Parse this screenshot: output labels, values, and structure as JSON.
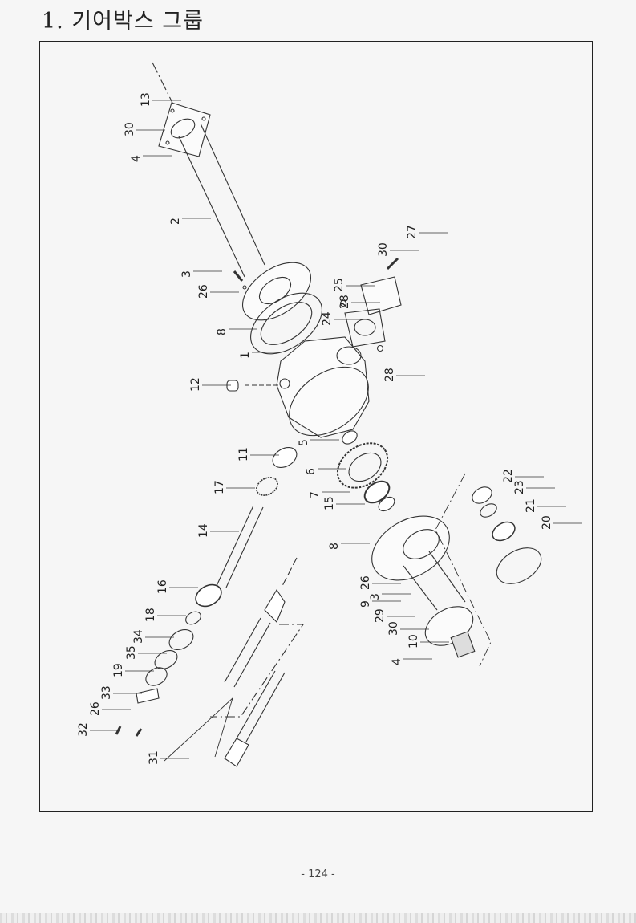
{
  "page": {
    "title": "1. 기어박스 그룹",
    "page_number": "- 124 -"
  },
  "diagram": {
    "name": "gearbox-group-exploded-view",
    "callouts": {
      "c13": "13",
      "c30a": "30",
      "c4a": "4",
      "c2": "2",
      "c3a": "3",
      "c26a": "26",
      "c8a": "8",
      "c1": "1",
      "c12": "12",
      "c30b": "30",
      "c27": "27",
      "c25": "25",
      "c28a": "28",
      "c24": "24",
      "c28b": "28",
      "c5": "5",
      "c11": "11",
      "c6": "6",
      "c17": "17",
      "c7": "7",
      "c15": "15",
      "c14": "14",
      "c22": "22",
      "c23": "23",
      "c21": "21",
      "c20": "20",
      "c8b": "8",
      "c26b": "26",
      "c3b": "3",
      "c9": "9",
      "c29": "29",
      "c30c": "30",
      "c10": "10",
      "c4b": "4",
      "c16": "16",
      "c18": "18",
      "c34": "34",
      "c35": "35",
      "c19": "19",
      "c33": "33",
      "c26c": "26",
      "c32": "32",
      "c31": "31"
    }
  }
}
